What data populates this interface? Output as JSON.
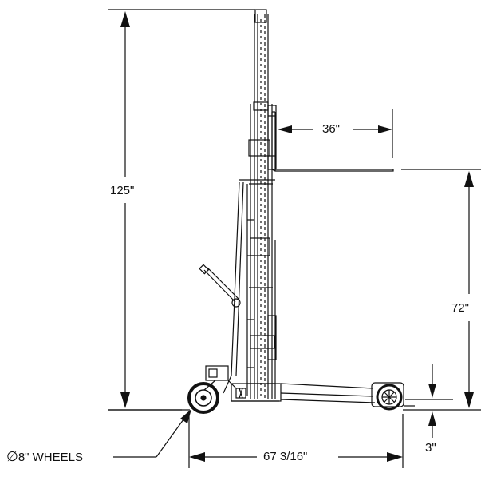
{
  "dimensions": {
    "overall_height": "125\"",
    "fork_length": "36\"",
    "lift_height": "72\"",
    "wheelbase_length": "67 3/16\"",
    "ground_clearance": "3\"",
    "wheels": "8\" WHEELS",
    "wheel_symbol": "∅"
  },
  "colors": {
    "line": "#111111",
    "background": "#ffffff"
  }
}
